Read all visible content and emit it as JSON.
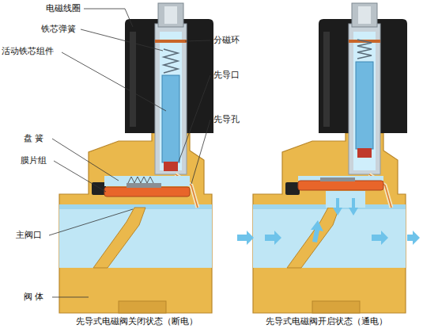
{
  "diagram": {
    "labels": [
      "电磁线圈",
      "铁芯弹簧",
      "活动铁芯组件",
      "分磁环",
      "先导口",
      "先导孔",
      "盘 簧",
      "膜片组",
      "主阀口",
      "阀 体",
      "先导式电磁阀关闭状态（断电）",
      "先导式电磁阀开启状态（通电）"
    ]
  }
}
